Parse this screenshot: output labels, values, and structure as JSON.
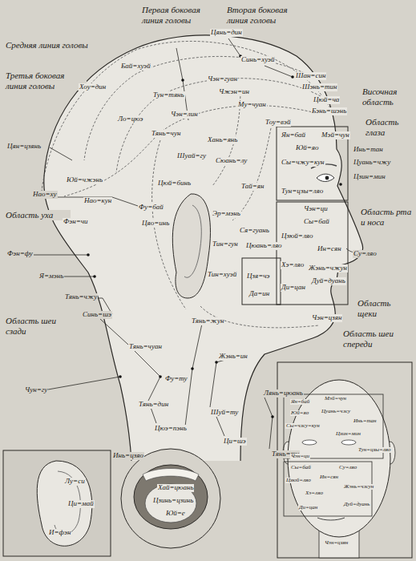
{
  "diagram": {
    "labels": [
      "Первая боковая линия головы",
      "Вторая боковая линия головы",
      "Средняя линия головы",
      "Третья боковая линия головы",
      "Височная область",
      "Область глаза",
      "Область рта и носа",
      "Область уха",
      "Область щеки",
      "Область шеи сзади",
      "Область шеи спереди",
      "Бай=хуэй",
      "Цянь=дин",
      "Синь=хуэй",
      "Шан=син",
      "Чэн=гуан",
      "Хоу=дин",
      "Тун=тянь",
      "Чжэн=ин",
      "Шэнь=тин",
      "Му=чуан",
      "Цюй=ча",
      "Бэнь=шэнь",
      "Тоу=вэй",
      "Ло=цюэ",
      "Чэн=лин",
      "Тянь=чун",
      "Хань=янь",
      "Шуай=гу",
      "Сюань=лу",
      "Тай=ян",
      "Цюй=бинь",
      "Фу=бай",
      "Цяо=инь",
      "Цян=цзянь",
      "Юй=чжэнь",
      "Нао=ху",
      "Нао=кун",
      "Фэн=чи",
      "Фэн=фу",
      "Я=мэнь",
      "Тянь=чжу",
      "Синь=шэ",
      "Эр=мэнь",
      "Ся=гуань",
      "Тин=гун",
      "Цюань=ляо",
      "Тин=хуэй",
      "Цзя=чэ",
      "Да=ин",
      "Ян=бай",
      "Мэй=чун",
      "Юй=яо",
      "Инь=тан",
      "Цуань=чжу",
      "Сы=чжу=кун",
      "Цзин=мин",
      "Тун=цзы=ляо",
      "Чэн=ци",
      "Сы=бай",
      "Цзюй=ляо",
      "Ин=сян",
      "Су=ляо",
      "Хэ=ляо",
      "Жэнь=чжун",
      "Ди=цан",
      "Дуй=дуань",
      "Чэн=цзян",
      "Тянь=жун",
      "Тянь=чуан",
      "Фу=ту",
      "Тянь=дин",
      "Цюэ=пэнь",
      "Чун=гу",
      "Жэнь=ин",
      "Шуй=ту",
      "Ци=шэ",
      "Лянь=цюань",
      "Тянь=ту",
      "Лу=си",
      "Ци=май",
      "И=фэн",
      "Инь=цзяо",
      "Хай=цюань",
      "Цзинь=цзинь",
      "Юй=е",
      "Ян=бай",
      "Мэй=чун",
      "Юй=яо",
      "Цуань=чжу",
      "Сы=чжу=кун",
      "Инь=тан",
      "Цзин=мин",
      "Тун=цзы=ляо",
      "Чэн=ци",
      "Сы=бай",
      "Цзюй=ляо",
      "Су=ляо",
      "Ин=сян",
      "Хэ=ляо",
      "Жэнь=чжун",
      "Ди=цан",
      "Дуй=дуань",
      "Чэн=цзян"
    ]
  }
}
